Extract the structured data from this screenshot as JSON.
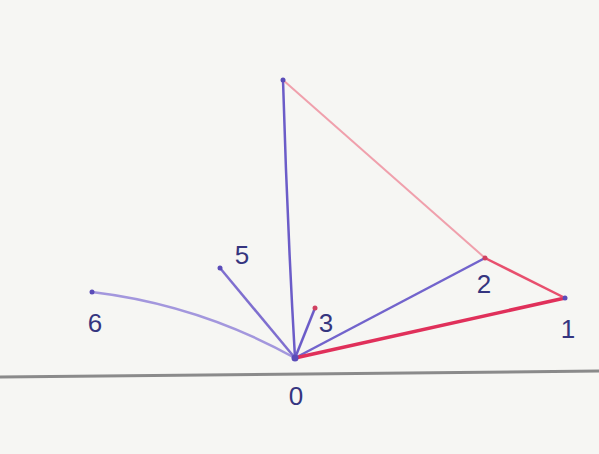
{
  "diagram": {
    "labels": [
      "5",
      "2",
      "6",
      "3",
      "1",
      "0"
    ]
  }
}
